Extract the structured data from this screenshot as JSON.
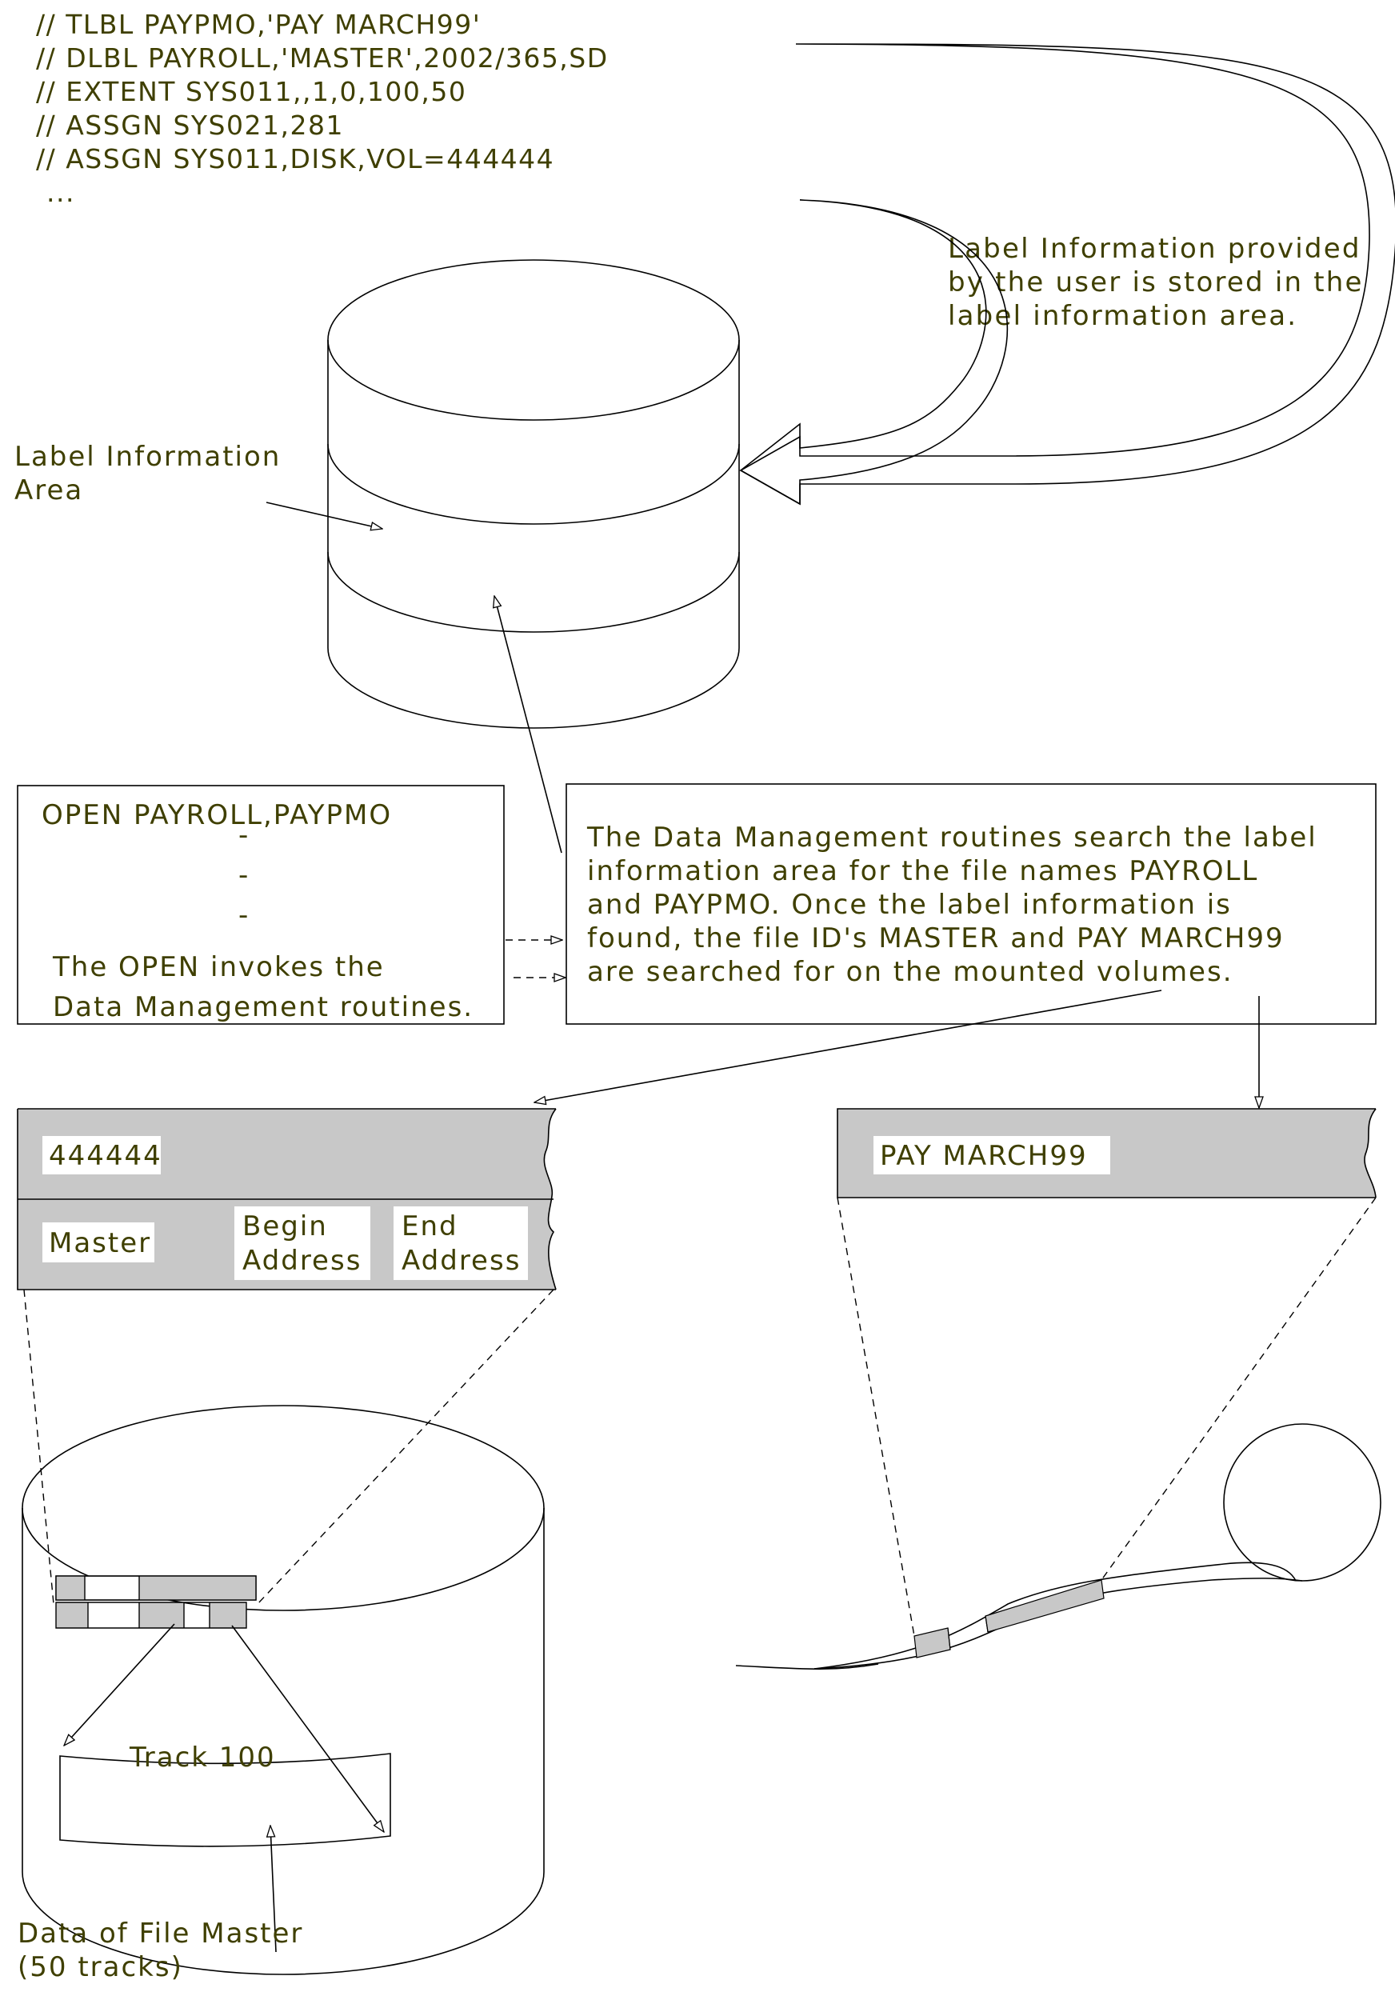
{
  "jcl_lines": [
    "// TLBL PAYPMO,'PAY MARCH99'",
    "// DLBL PAYROLL,'MASTER',2002/365,SD",
    "// EXTENT SYS011,,1,0,100,50",
    "// ASSGN SYS021,281",
    "// ASSGN SYS011,DISK,VOL=444444",
    "..."
  ],
  "label_note": [
    "Label Information provided",
    "by the user is stored in the",
    "label information area."
  ],
  "label_area_label": [
    "Label Information",
    "Area"
  ],
  "open_box": {
    "statement": "OPEN PAYROLL,PAYPMO",
    "dashes": [
      "-",
      "-",
      "-"
    ],
    "text": [
      "The OPEN invokes the",
      "Data Management routines."
    ]
  },
  "dm_box": {
    "text": [
      "The Data Management routines search the label",
      "information area for the file names PAYROLL",
      "and PAYPMO. Once the label information is",
      "found, the file ID's MASTER and PAY MARCH99",
      "are searched for on the mounted volumes."
    ]
  },
  "disk_label": {
    "volume": "444444",
    "file": "Master",
    "begin": [
      "Begin",
      "Address"
    ],
    "end": [
      "End",
      "Address"
    ]
  },
  "tape_label": {
    "file_id": "PAY MARCH99"
  },
  "track_label": "Track 100",
  "data_caption": [
    "Data of File Master",
    "(50 tracks)"
  ]
}
